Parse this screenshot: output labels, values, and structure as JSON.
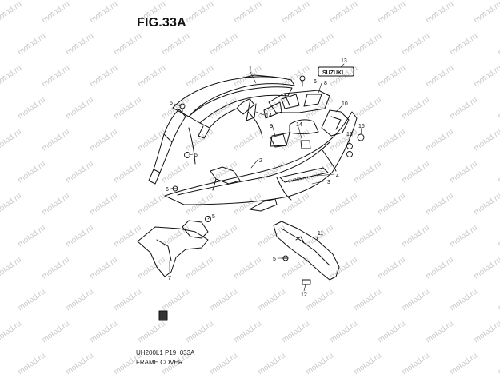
{
  "figure": {
    "title": "FIG.33A",
    "ref_code": "UH200L1 P19_033A",
    "ref_name": "FRAME COVER"
  },
  "watermark": {
    "text": "motod.ru"
  },
  "callouts": [
    {
      "label": "1"
    },
    {
      "label": "2"
    },
    {
      "label": "3"
    },
    {
      "label": "4"
    },
    {
      "label": "5"
    },
    {
      "label": "5"
    },
    {
      "label": "5"
    },
    {
      "label": "6"
    },
    {
      "label": "6"
    },
    {
      "label": "7"
    },
    {
      "label": "8"
    },
    {
      "label": "9"
    },
    {
      "label": "10"
    },
    {
      "label": "11"
    },
    {
      "label": "12"
    },
    {
      "label": "13"
    },
    {
      "label": "14"
    },
    {
      "label": "14"
    },
    {
      "label": "15"
    },
    {
      "label": "16"
    }
  ],
  "badges": {
    "emblem_13": "SUZUKI",
    "side_decal": "BURGMAN"
  }
}
